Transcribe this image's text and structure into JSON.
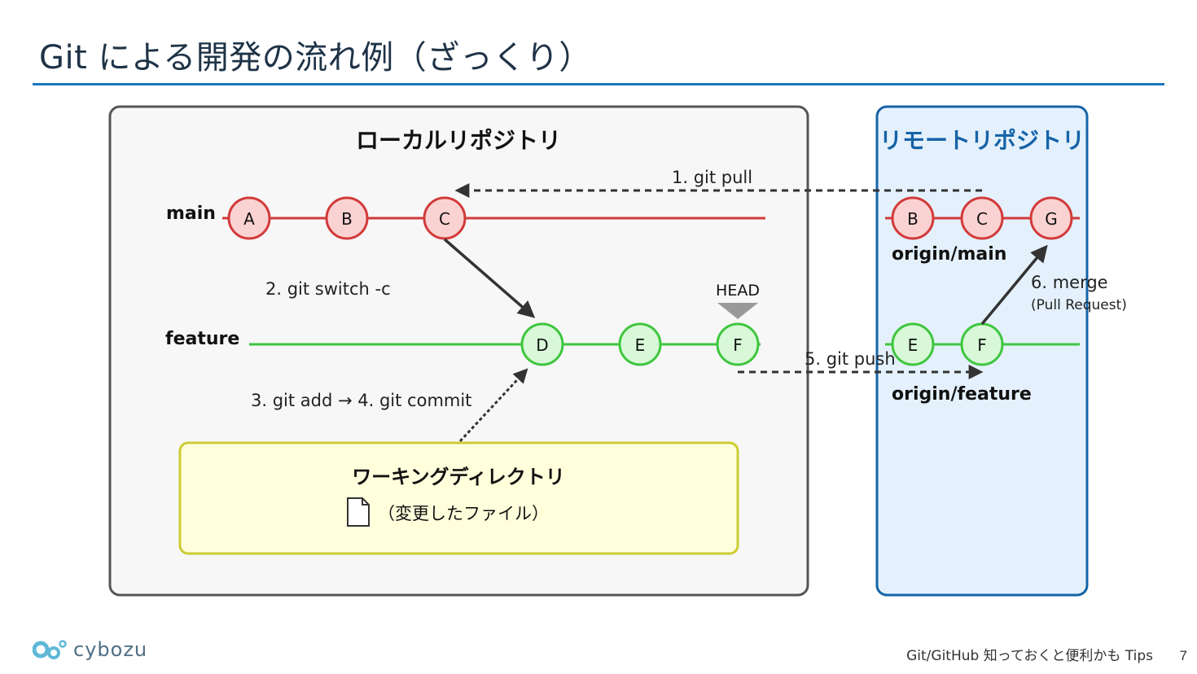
{
  "title": "Git による開発の流れ例（ざっくり）",
  "local_repo": {
    "label": "ローカルリポジトリ",
    "main_label": "main",
    "feature_label": "feature",
    "main_commits": [
      "A",
      "B",
      "C"
    ],
    "feature_commits": [
      "D",
      "E",
      "F"
    ],
    "head_label": "HEAD"
  },
  "working_dir": {
    "label": "ワーキングディレクトリ",
    "file_label": "（変更したファイル）"
  },
  "remote_repo": {
    "label": "リモートリポジトリ",
    "main_commits": [
      "B",
      "C",
      "G"
    ],
    "feature_commits": [
      "E",
      "F"
    ],
    "main_label": "origin/main",
    "feature_label": "origin/feature"
  },
  "steps": {
    "pull": "1. git pull",
    "switch": "2. git switch -c",
    "add_commit": "3. git add → 4. git commit",
    "push": "5. git push",
    "merge": "6. merge",
    "merge_sub": "(Pull Request)"
  },
  "footer": {
    "text": "Git/GitHub 知っておくと便利かも Tips",
    "page": "7",
    "logo": "cybozu"
  },
  "colors": {
    "main_line": "#d23a3a",
    "main_fill": "#fbd2d2",
    "feature_line": "#3ec63e",
    "feature_fill": "#d8f8d8",
    "remote_fill": "#e4f1fc",
    "remote_border": "#1663a8",
    "local_fill": "#f7f7f7",
    "local_border": "#555555",
    "wd_fill": "#ffffdc",
    "wd_border": "#cccc33",
    "title_rule": "#1c78bf"
  }
}
